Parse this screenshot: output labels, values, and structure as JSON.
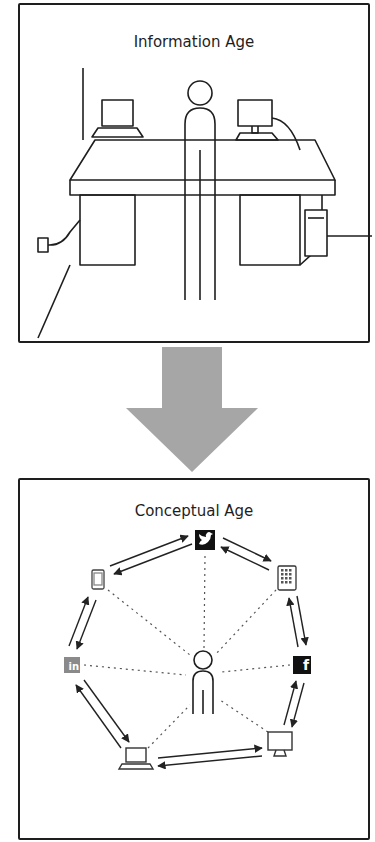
{
  "diagram": {
    "nodes": [
      {
        "text": [
          "Information Age"
        ]
      },
      {
        "text": [
          "Conceptual Age"
        ]
      }
    ],
    "edges": [
      {
        "from": 0,
        "to": 1,
        "arrow": "to"
      }
    ],
    "labels": [
      "in",
      "f"
    ]
  }
}
